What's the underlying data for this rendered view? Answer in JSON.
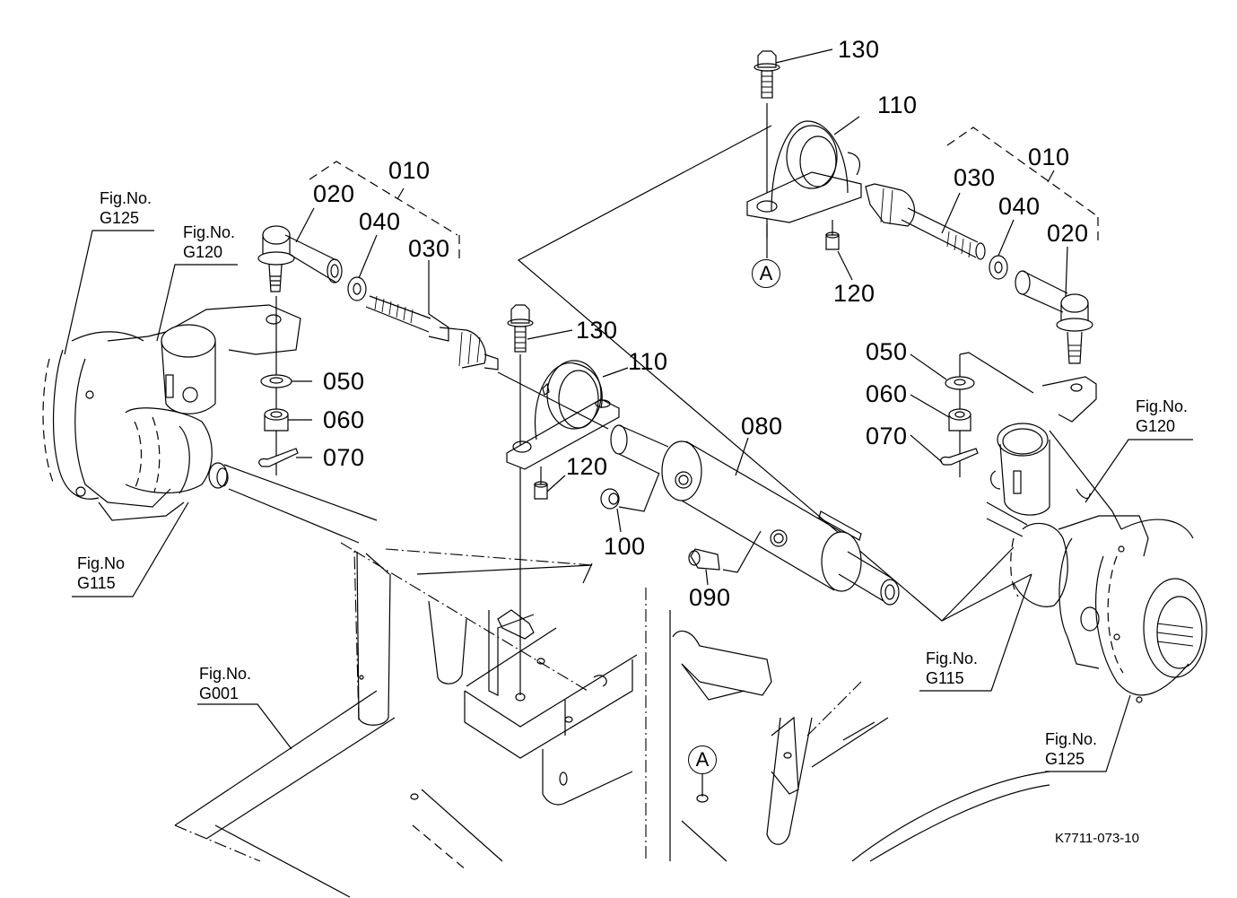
{
  "diagram": {
    "drawing_code": "K7711-073-10",
    "parts": {
      "p010_left": "010",
      "p020_left": "020",
      "p040_left": "040",
      "p030_left": "030",
      "p050_left": "050",
      "p060_left": "060",
      "p070_left": "070",
      "p130_center": "130",
      "p110_center": "110",
      "p120_center": "120",
      "p100": "100",
      "p090": "090",
      "p080": "080",
      "p130_top": "130",
      "p110_top": "110",
      "p120_top": "120",
      "p010_right": "010",
      "p030_right": "030",
      "p040_right": "040",
      "p020_right": "020",
      "p050_right": "050",
      "p060_right": "060",
      "p070_right": "070"
    },
    "fig_refs": {
      "g125_left": {
        "line1": "Fig.No.",
        "line2": "G125"
      },
      "g120_left": {
        "line1": "Fig.No.",
        "line2": "G120"
      },
      "g115_left": {
        "line1": "Fig.No",
        "line2": "G115"
      },
      "g001": {
        "line1": "Fig.No.",
        "line2": "G001"
      },
      "g120_right": {
        "line1": "Fig.No.",
        "line2": "G120"
      },
      "g115_right": {
        "line1": "Fig.No.",
        "line2": "G115"
      },
      "g125_right": {
        "line1": "Fig.No.",
        "line2": "G125"
      }
    },
    "reference_marks": {
      "a_top": "A",
      "a_bottom": "A"
    }
  }
}
